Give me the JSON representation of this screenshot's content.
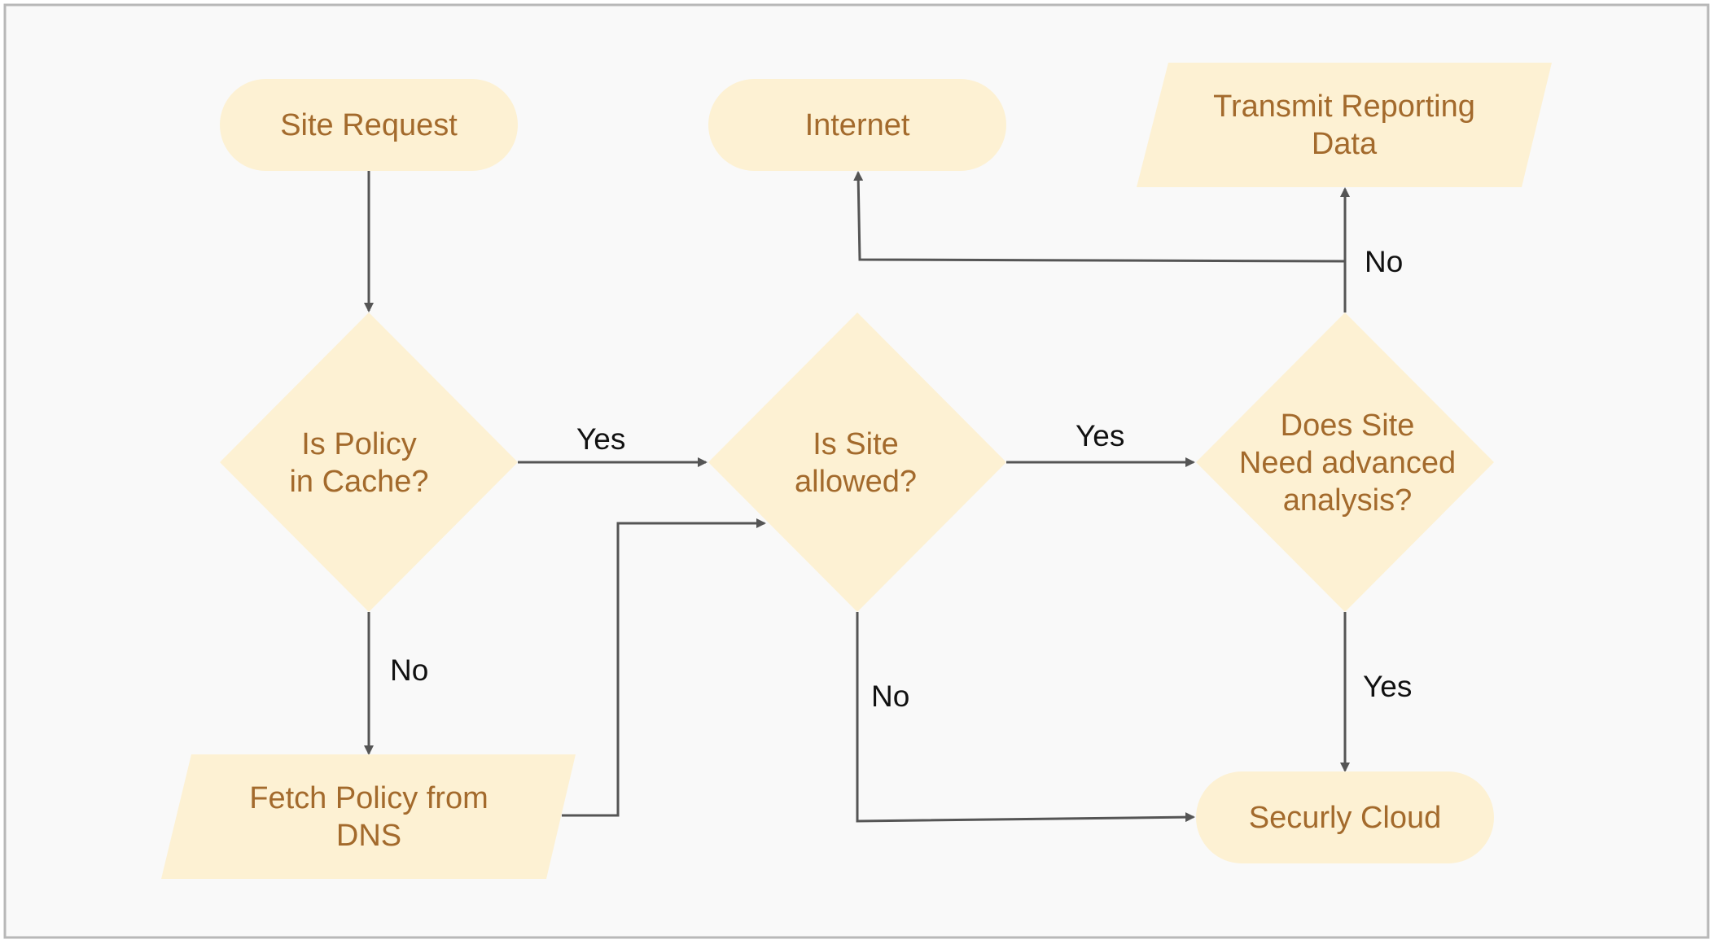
{
  "diagram": {
    "colors": {
      "background": "#f9f9f9",
      "border": "#b8b8b8",
      "shape_fill": "#fdf1d3",
      "node_text": "#a36a2c",
      "edge": "#555555",
      "edge_label": "#111111"
    },
    "nodes": {
      "site_request": {
        "label": "Site Request"
      },
      "internet": {
        "label": "Internet"
      },
      "transmit": {
        "line1": "Transmit Reporting",
        "line2": "Data"
      },
      "policy_cache": {
        "line1": "Is Policy",
        "line2": "in Cache?"
      },
      "site_allowed": {
        "line1": "Is Site",
        "line2": "allowed?"
      },
      "advanced": {
        "line1": "Does Site",
        "line2": "Need advanced",
        "line3": "analysis?"
      },
      "fetch_policy": {
        "line1": "Fetch Policy from",
        "line2": "DNS"
      },
      "securly_cloud": {
        "label": "Securly Cloud"
      }
    },
    "edge_labels": {
      "cache_yes": "Yes",
      "cache_no": "No",
      "allowed_yes": "Yes",
      "allowed_no": "No",
      "advanced_no": "No",
      "advanced_yes": "Yes"
    }
  }
}
